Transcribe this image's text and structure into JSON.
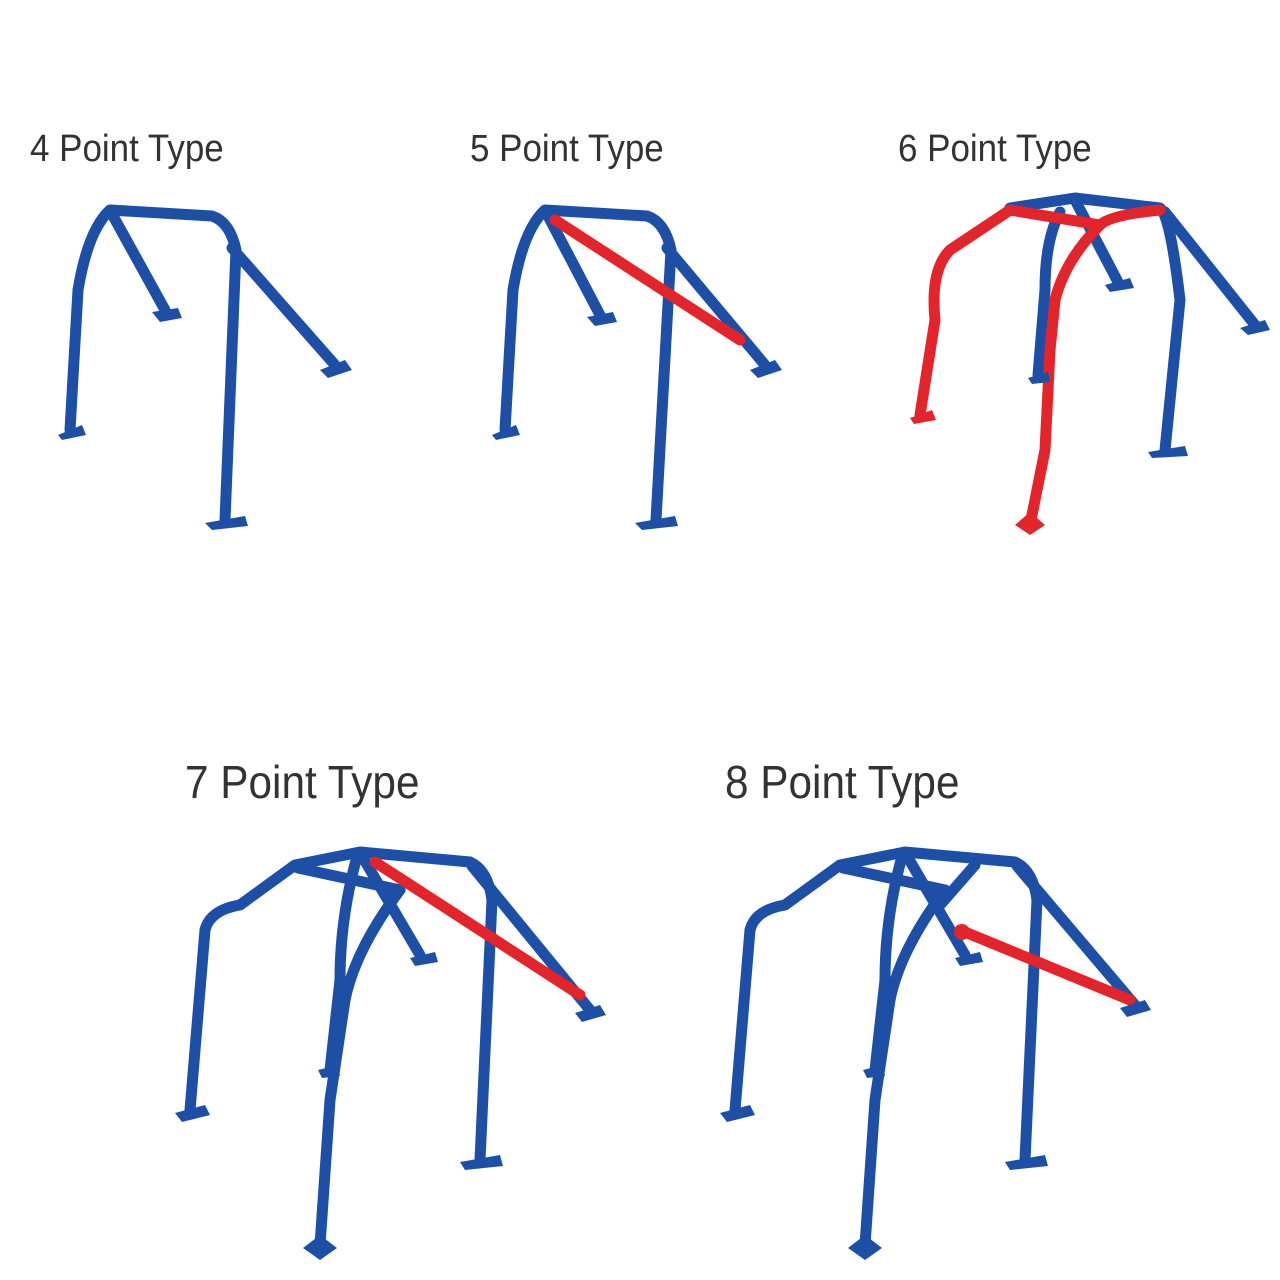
{
  "diagrams": [
    {
      "title": "4 Point Type"
    },
    {
      "title": "5 Point Type"
    },
    {
      "title": "6 Point Type"
    },
    {
      "title": "7 Point Type"
    },
    {
      "title": "8 Point Type"
    }
  ],
  "colors": {
    "tube": "#1d4fa6",
    "highlight": "#e3242b",
    "text": "#333333"
  }
}
